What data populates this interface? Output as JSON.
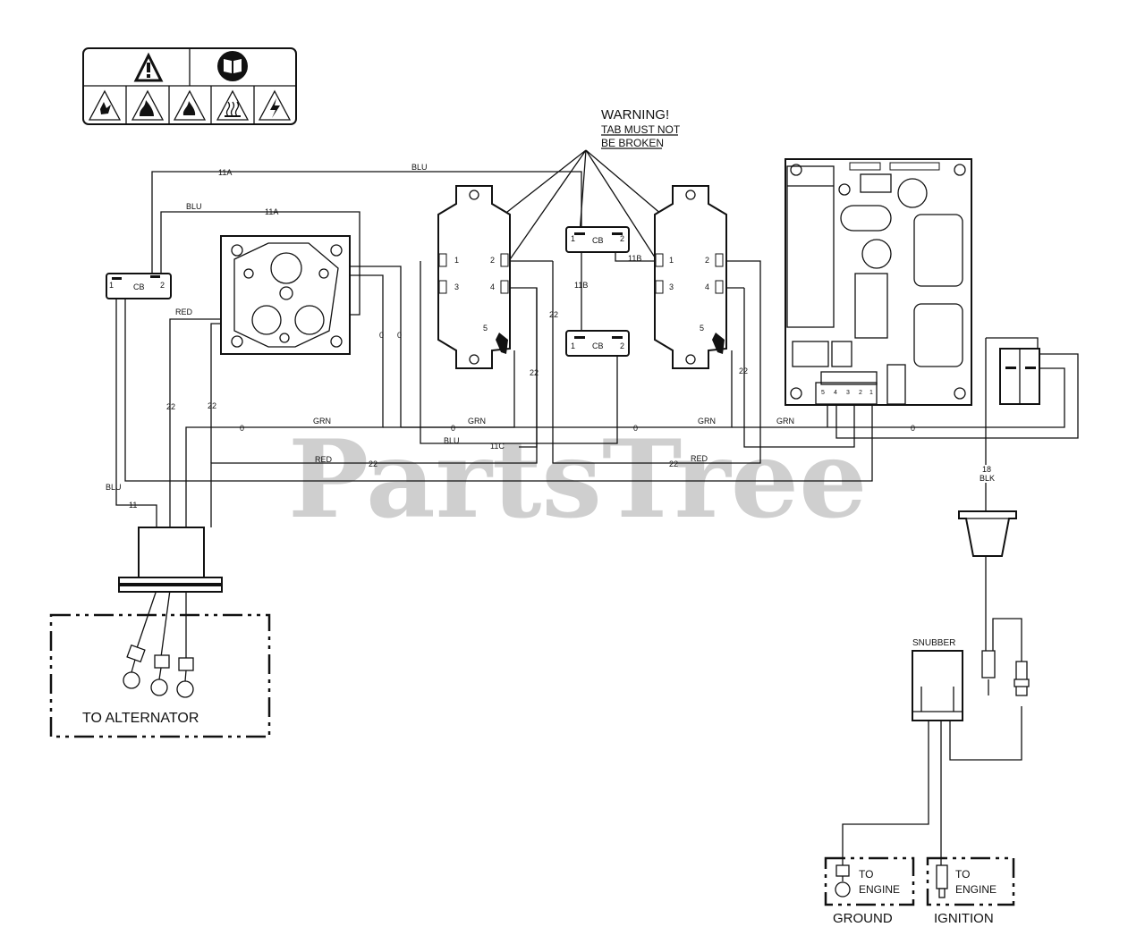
{
  "watermark": "PartsTree",
  "warning": {
    "title": "WARNING!",
    "line1": "TAB MUST NOT",
    "line2": "BE BROKEN"
  },
  "wire_labels": {
    "blu": "BLU",
    "red": "RED",
    "grn": "GRN",
    "blk": "BLK",
    "w11a": "11A",
    "w11b": "11B",
    "w11c": "11C",
    "w11": "11",
    "w0": "0",
    "w22": "22",
    "w18": "18"
  },
  "circuit_breaker": {
    "label": "CB",
    "pin1": "1",
    "pin2": "2"
  },
  "receptacle_pins": [
    "1",
    "2",
    "3",
    "4",
    "5"
  ],
  "board_connector_pins": [
    "5",
    "4",
    "3",
    "2",
    "1"
  ],
  "snubber": "SNUBBER",
  "to_alternator": "TO ALTERNATOR",
  "engine_ground": {
    "line1": "TO",
    "line2": "ENGINE",
    "caption": "GROUND"
  },
  "engine_ignition": {
    "line1": "TO",
    "line2": "ENGINE",
    "caption": "IGNITION"
  },
  "icons": [
    "warning-triangle-icon",
    "manual-book-icon",
    "explosion-hazard-icon",
    "fire-hazard-icon",
    "flammable-hazard-icon",
    "hot-surface-icon",
    "electric-shock-icon"
  ]
}
